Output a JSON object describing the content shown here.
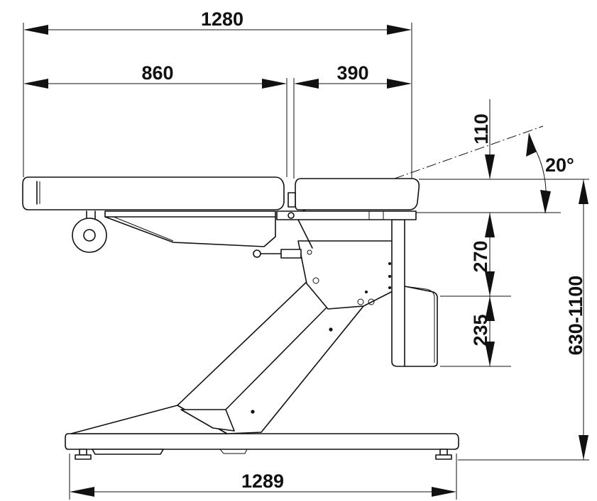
{
  "dimensions": {
    "overall_top_length": "1280",
    "leg_section_length": "860",
    "back_section_length": "390",
    "back_rise": "110",
    "back_tilt_angle": "20°",
    "cabinet_gap": "270",
    "cabinet_height": "235",
    "height_range": "630-1100",
    "base_length": "1289"
  },
  "colors": {
    "line": "#111111",
    "background": "#ffffff"
  }
}
